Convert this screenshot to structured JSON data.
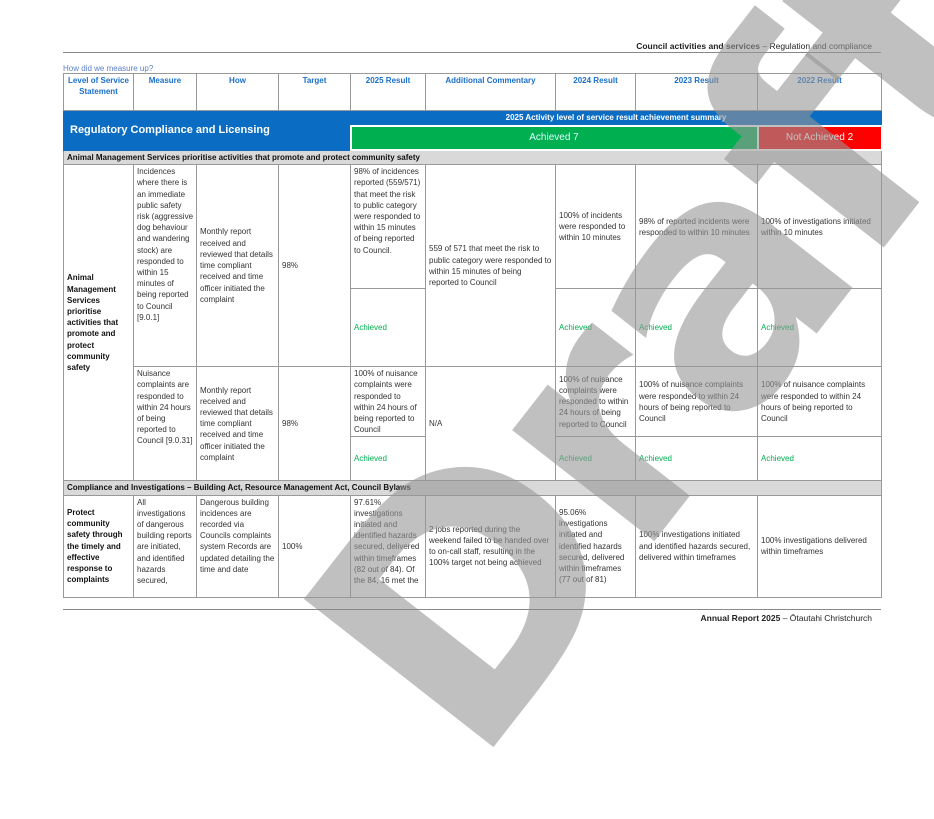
{
  "header": {
    "section": "Council activities and services",
    "subsection": "Regulation and compliance"
  },
  "measure_link": "How did we measure up?",
  "columns": [
    "Level of Service Statement",
    "Measure",
    "How",
    "Target",
    "2025 Result",
    "Additional Commentary",
    "2024 Result",
    "2023 Result",
    "2022 Result"
  ],
  "banner": {
    "title": "Regulatory Compliance and Licensing",
    "summary_title": "2025 Activity level of service result achievement summary",
    "achieved": "Achieved 7",
    "not_achieved": "Not Achieved 2",
    "achieved_count": 7,
    "not_achieved_count": 2
  },
  "sections": [
    {
      "title": "Animal Management Services prioritise activities that promote and protect community safety",
      "statement": "Animal Management Services prioritise activities that promote and protect community safety",
      "rows": [
        {
          "measure": "Incidences where there is an immediate public safety risk (aggressive dog behaviour and wandering stock) are responded to within 15 minutes of being reported to Council [9.0.1]",
          "how": "Monthly report received and reviewed that details time compliant received and time officer initiated the complaint",
          "target": "98%",
          "r2025": "98% of incidences reported (559/571) that meet the risk to public category were responded to within 15 minutes of being reported to Council.",
          "status2025": "Achieved",
          "commentary": "559 of 571 that meet the risk to public category were responded to within 15 minutes of being reported to Council",
          "r2024": "100% of incidents were responded to within 10 minutes",
          "status2024": "Achieved",
          "r2023": "98% of reported incidents were responded to within 10 minutes",
          "status2023": "Achieved",
          "r2022": "100% of investigations initiated within 10 minutes",
          "status2022": "Achieved"
        },
        {
          "measure": "Nuisance complaints are responded to within 24 hours of being reported to Council [9.0.31]",
          "how": "Monthly report received and reviewed that details time compliant received and time officer initiated the complaint",
          "target": "98%",
          "r2025": "100% of nuisance complaints were responded to within 24 hours of being reported to Council",
          "status2025": "Achieved",
          "commentary": "N/A",
          "r2024": "100% of nuisance complaints were responded to within 24 hours of being reported to Council",
          "status2024": "Achieved",
          "r2023": "100% of nuisance complaints were responded to within 24 hours of being reported to Council",
          "status2023": "Achieved",
          "r2022": "100% of nuisance complaints were responded to within 24 hours of being reported to Council",
          "status2022": "Achieved"
        }
      ]
    },
    {
      "title": "Compliance and Investigations – Building Act, Resource Management Act, Council Bylaws",
      "statement": "Protect community safety through the timely and effective response to complaints",
      "rows": [
        {
          "measure": "All investigations of dangerous building reports are initiated, and identified hazards secured,",
          "how": "Dangerous building incidences are recorded via Councils complaints system Records are updated detailing the time and date",
          "target": "100%",
          "r2025": "97.61% investigations initiated and identified hazards secured, delivered within timeframes (82 out of 84).  Of the 84, 16 met the",
          "commentary": "2 jobs reported during the weekend failed to be handed over to on-call staff, resulting in the 100% target not being achieved",
          "r2024": "95.06% investigations initiated and identified hazards secured, delivered within timeframes (77 out of 81)",
          "r2023": "100% investigations initiated and identified hazards secured, delivered within timeframes",
          "r2022": "100% investigations delivered within timeframes"
        }
      ]
    }
  ],
  "footer": {
    "title": "Annual Report 2025",
    "place": "Ōtautahi Christchurch"
  },
  "watermark": "Draft",
  "colors": {
    "blue": "#0a6cc2",
    "green": "#00b050",
    "red": "#ff0000"
  }
}
